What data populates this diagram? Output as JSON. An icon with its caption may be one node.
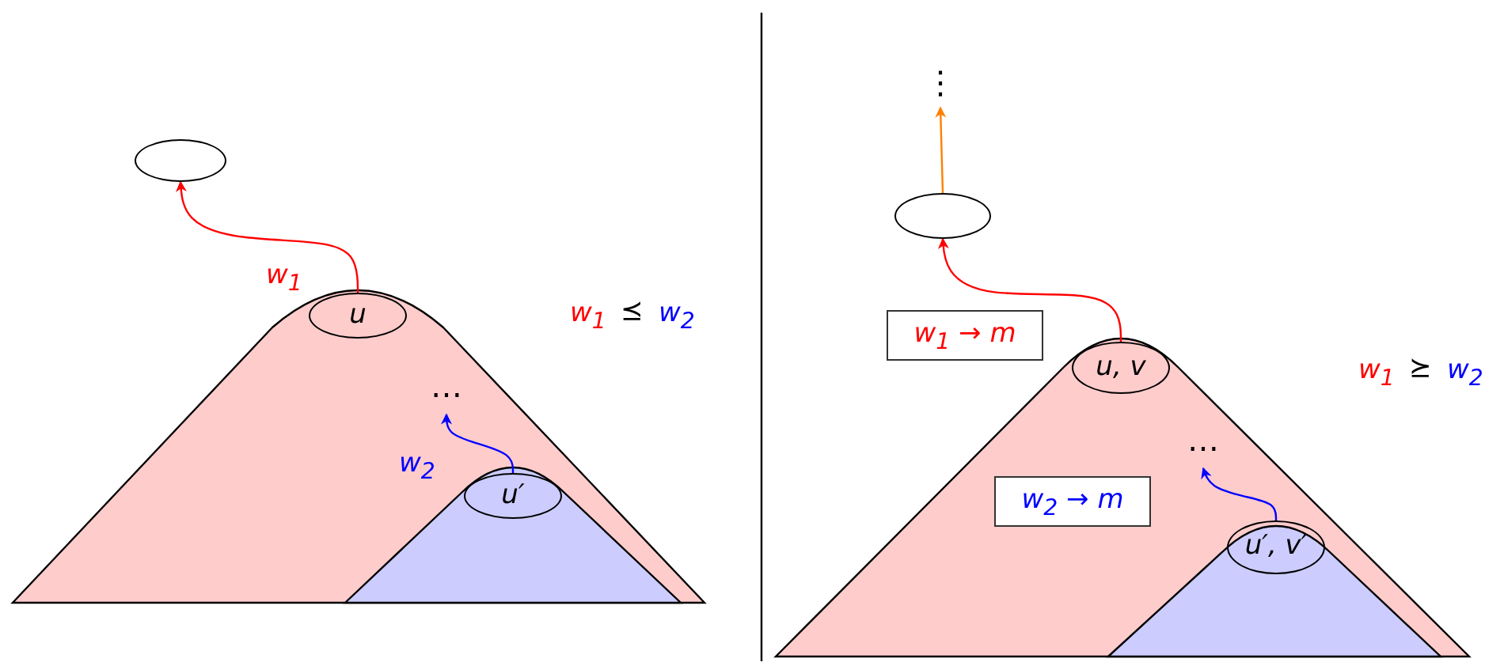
{
  "diagram": {
    "nodes": [
      {
        "text": [],
        "shape": "ellipse"
      },
      {
        "text": [
          "u"
        ]
      },
      {
        "text": [
          "⋯"
        ]
      },
      {
        "text": [
          "u′"
        ]
      },
      {
        "text": [
          "⋮"
        ]
      },
      {
        "text": [],
        "shape": "ellipse"
      },
      {
        "text": [
          "w$_{1}$ → m"
        ]
      },
      {
        "text": [
          "u, v"
        ]
      },
      {
        "text": [
          "⋯"
        ]
      },
      {
        "text": [
          "w$_{2}$ → m"
        ]
      },
      {
        "text": [
          "u′, v′"
        ]
      }
    ],
    "edges": [
      {
        "from": 1,
        "to": 0,
        "arrow": "to",
        "label": "w$_{1}$",
        "color": "#ff0000"
      },
      {
        "from": 3,
        "to": 2,
        "arrow": "to",
        "label": "w$_{2}$",
        "color": "#0000ff"
      },
      {
        "from": 7,
        "to": 5,
        "arrow": "to",
        "color": "#ff0000"
      },
      {
        "from": 5,
        "to": 4,
        "arrow": "to",
        "color": "#ff8000"
      },
      {
        "from": 10,
        "to": 8,
        "arrow": "to",
        "color": "#0000ff"
      }
    ],
    "labels": [
      "w$_{1}$",
      "⪯",
      "w$_{2}$",
      "w$_{1}$",
      "⪰",
      "w$_{2}$"
    ]
  }
}
